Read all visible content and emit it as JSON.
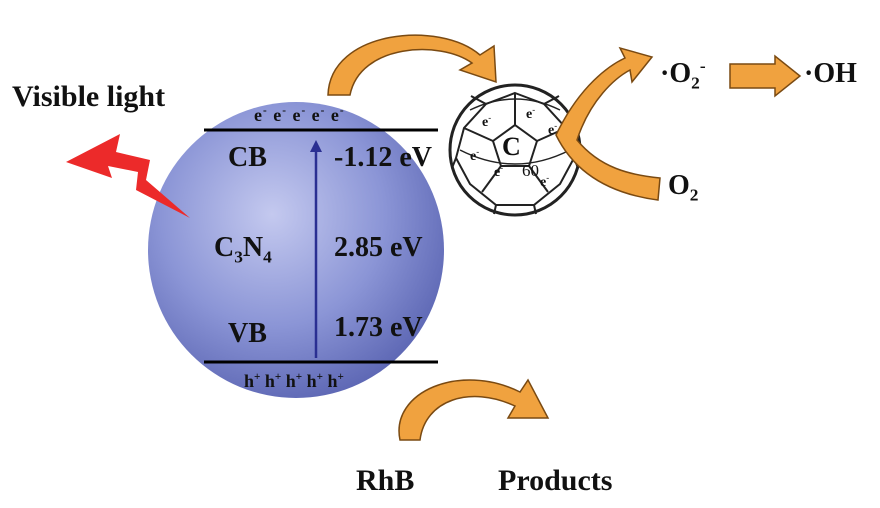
{
  "light_label": "Visible light",
  "particle": {
    "cb_label": "CB",
    "vb_label": "VB",
    "material": {
      "base1": "C",
      "sub1": "3",
      "base2": "N",
      "sub2": "4"
    },
    "cb_energy": "-1.12 eV",
    "band_gap": "2.85 eV",
    "vb_energy": "1.73 eV",
    "electron": "e",
    "electron_charge": "-",
    "hole": "h",
    "hole_charge": "+"
  },
  "fullerene": {
    "c": "C",
    "sixty": "60",
    "electron": "e",
    "electron_charge": "-"
  },
  "products_top": {
    "superoxide": {
      "dot": "·",
      "base": "O",
      "sub": "2",
      "sup": "-"
    },
    "hydroxyl": "·OH",
    "oxygen": {
      "base": "O",
      "sub": "2"
    }
  },
  "degradation": {
    "reactant": "RhB",
    "product": "Products"
  },
  "colors": {
    "sphere_light": "#c4c9ef",
    "sphere_mid": "#8b95d6",
    "sphere_dark": "#5d67b4",
    "arrow_orange": "#f0a23f",
    "arrow_outline": "#7a4a12",
    "bolt_red": "#ec2a2a",
    "band_line": "#000000",
    "excitation_arrow": "#2a2f92"
  }
}
